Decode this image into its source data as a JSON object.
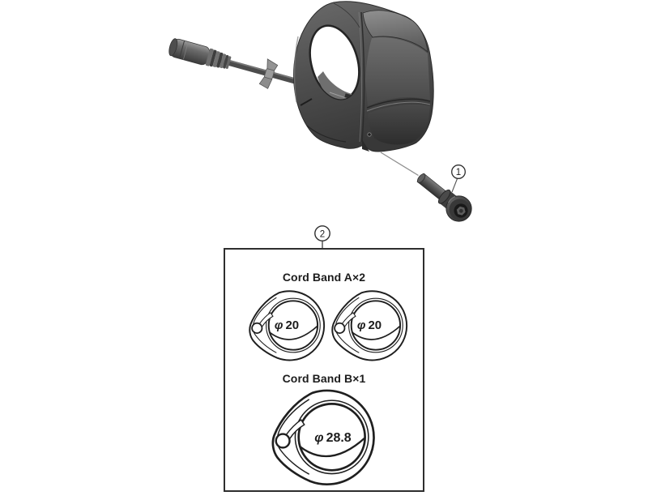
{
  "diagram": {
    "kind": "exploded-parts-diagram",
    "background": "#ffffff",
    "parts": {
      "switch_unit": "switch-unit-with-clamp-band",
      "cable": "electric-wire-with-connector",
      "cable_clip": "cord-clip",
      "bolt": "clamp-fixing-bolt"
    }
  },
  "callouts": {
    "bolt": {
      "number": "1"
    },
    "cord_band_kit": {
      "number": "2"
    }
  },
  "kit_box": {
    "sections": [
      {
        "heading": "Cord Band A×2",
        "bands": [
          {
            "symbol": "φ",
            "value": "20"
          },
          {
            "symbol": "φ",
            "value": "20"
          }
        ]
      },
      {
        "heading": "Cord Band B×1",
        "bands": [
          {
            "symbol": "φ",
            "value": "28.8"
          }
        ]
      }
    ]
  },
  "colors": {
    "outline": "#2e2e2e",
    "line_art": "#1f1f1f",
    "leader_line": "#8f8f8f",
    "part_base": "#4e4e4e",
    "part_light": "#8a8a8a",
    "part_dark": "#2e2e2e"
  }
}
